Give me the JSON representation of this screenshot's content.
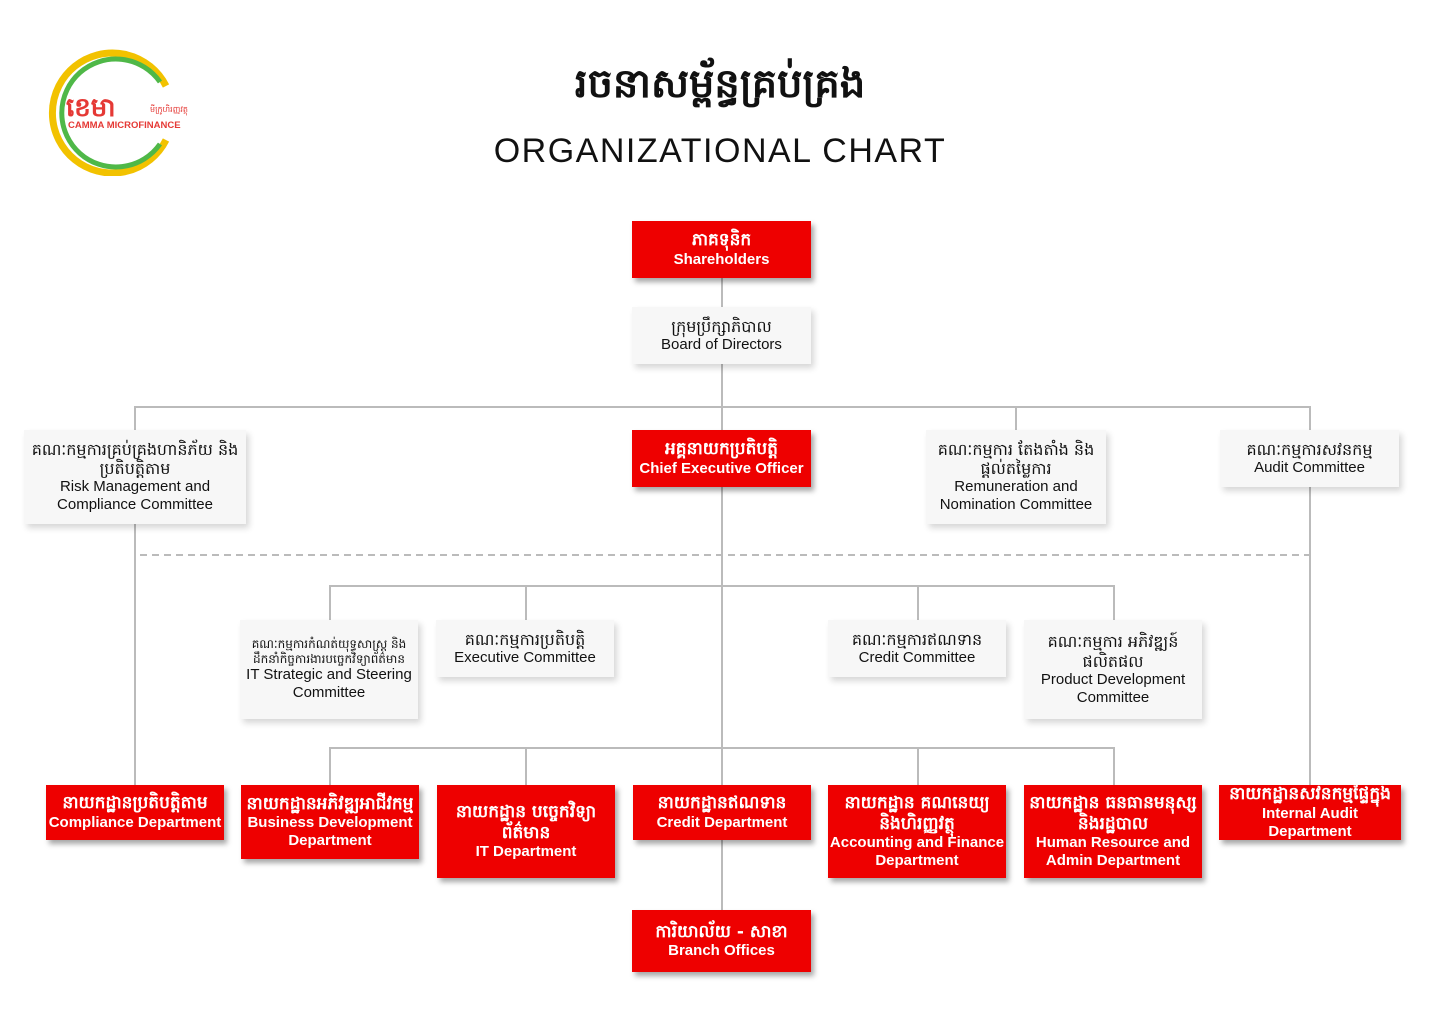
{
  "logo": {
    "mark_text": "ខេមា",
    "sub_kh": "មីក្រូហិរញ្ញវត្ថុ",
    "name": "CAMMA MICROFINANCE",
    "ring_colors": [
      "#f2c200",
      "#4fb848",
      "#e53935"
    ]
  },
  "title": {
    "kh": "រចនាសម្ព័ន្ធគ្រប់គ្រង",
    "en": "ORGANIZATIONAL CHART"
  },
  "colors": {
    "accent": "#ee0000",
    "line": "#bbbbbb",
    "box_gray": "#f7f7f7"
  },
  "nodes": {
    "shareholders": {
      "kh": "ភាគទុនិក",
      "en": "Shareholders"
    },
    "board": {
      "kh": "ក្រុមប្រឹក្សាភិបាល",
      "en": "Board of Directors"
    },
    "risk": {
      "kh": "គណៈកម្មការគ្រប់គ្រងហានិភ័យ និងប្រតិបត្តិតាម",
      "en": "Risk Management and Compliance Committee"
    },
    "ceo": {
      "kh": "អគ្គនាយកប្រតិបត្តិ",
      "en": "Chief Executive Officer"
    },
    "remuneration": {
      "kh": "គណៈកម្មការ តែងតាំង និងផ្តល់តម្លៃការ",
      "en": "Remuneration and Nomination Committee"
    },
    "audit_committee": {
      "kh": "គណៈកម្មការសវនកម្ម",
      "en": "Audit Committee"
    },
    "it_strategic": {
      "kh": "គណៈកម្មការកំណត់យុទ្ធសាស្ត្រ និងដឹកនាំកិច្ចការងារបច្ចេកវិទ្យាព័ត៌មាន",
      "en": "IT Strategic and Steering Committee"
    },
    "executive": {
      "kh": "គណៈកម្មការប្រតិបត្តិ",
      "en": "Executive Committee"
    },
    "credit_committee": {
      "kh": "គណៈកម្មការឥណទាន",
      "en": "Credit Committee"
    },
    "product_dev": {
      "kh": "គណៈកម្មការ អភិវឌ្ឍន៍ផលិតផល",
      "en": "Product Development Committee"
    },
    "compliance_dept": {
      "kh": "នាយកដ្ឋានប្រតិបត្តិតាម",
      "en": "Compliance Department"
    },
    "business_dev": {
      "kh": "នាយកដ្ឋានអភិវឌ្ឍអាជីវកម្ម",
      "en": "Business Development Department"
    },
    "it_dept": {
      "kh": "នាយកដ្ឋាន បច្ចេកវិទ្យាព័ត៌មាន",
      "en": "IT Department"
    },
    "credit_dept": {
      "kh": "នាយកដ្ឋានឥណទាន",
      "en": "Credit Department"
    },
    "accounting": {
      "kh": "នាយកដ្ឋាន គណនេយ្យ និងហិរញ្ញវត្ថុ",
      "en": "Accounting and Finance Department"
    },
    "hr": {
      "kh": "នាយកដ្ឋាន ធនធានមនុស្ស និងរដ្ឋបាល",
      "en": "Human Resource and Admin Department"
    },
    "internal_audit": {
      "kh": "នាយកដ្ឋានសវនកម្មផ្ទៃក្នុង",
      "en": "Internal Audit Department"
    },
    "branch": {
      "kh": "ការិយាល័យ - សាខា",
      "en": "Branch Offices"
    }
  }
}
